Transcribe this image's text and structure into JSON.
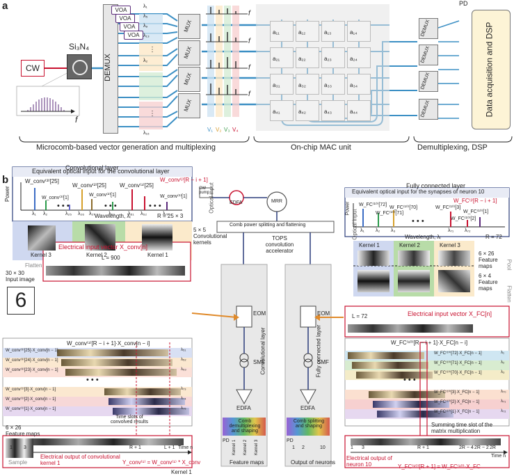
{
  "panel_a": {
    "letter": "a",
    "cw": "CW",
    "si3n4": "Si₃N₄",
    "f": "f",
    "demux": "DEMUX",
    "voa": "VOA",
    "mux": "MUX",
    "pd": "PD",
    "dsp": "Data acquisition and DSP",
    "lambdas": [
      "λ₁",
      "λ₅",
      "λ₉",
      "λ₁₃",
      "λ₂",
      "λ₁₆"
    ],
    "lambda_mux": [
      "λ₁",
      "λ₅",
      "λ₉",
      "λ₁₃"
    ],
    "v_labels": [
      "V₁",
      "V₂",
      "V₃",
      "V₄"
    ],
    "mac_cells": [
      [
        "a₁₁",
        "a₁₂",
        "a₁₃",
        "a₁₄"
      ],
      [
        "a₂₁",
        "a₂₂",
        "a₂₃",
        "a₂₄"
      ],
      [
        "a₃₁",
        "a₃₂",
        "a₃₃",
        "a₃₄"
      ],
      [
        "a₄₁",
        "a₄₂",
        "a₄₃",
        "a₄₄"
      ]
    ],
    "section1": "Microcomb-based vector generation and multiplexing",
    "section2": "On-chip MAC unit",
    "section3": "Demultiplexing, DSP",
    "dots": "⋮"
  },
  "panel_b": {
    "letter": "b",
    "conv_title": "Convolutional layer",
    "conv_box_title": "Equivalent optical input for the convolutional layer",
    "power": "Power",
    "wavelength": "Wavelength, λᵢ",
    "r_conv": "R = 25 × 3",
    "conv_w_labels": [
      "W_conv⁽³⁾[25]",
      "W_conv⁽³⁾[1]",
      "W_conv⁽²⁾[25]",
      "W_conv⁽²⁾[1]",
      "W_conv⁽¹⁾[25]",
      "W_conv⁽¹⁾[1]",
      "W_conv⁽ʲ⁾[R − i + 1]"
    ],
    "conv_lambdas": [
      "λ₁",
      "λ₂",
      "λ₂₅",
      "λ₂₆",
      "λ₂₇",
      "λ₅₀",
      "λ₅₁",
      "λ₅₂",
      "λ₇₅"
    ],
    "optical_input": "Optical input",
    "kernels": [
      "Kernel 3",
      "Kernel 2",
      "Kernel 1"
    ],
    "kernel_desc": "5 × 5 Convolutional kernels",
    "flatten": "Flatten",
    "input_image": "30 × 30 Input image",
    "digit": "6",
    "elec_input_conv": "Electrical input vector X_conv[n]",
    "L_conv": "L = 900",
    "conv_sum_label": "W_conv⁽¹⁾[R − i + 1]·X_conv[n − i]",
    "conv_rows": [
      "W_conv⁽³⁾[25]·X_conv[n − 1]",
      "W_conv⁽³⁾[24]·X_conv[n − 1]",
      "W_conv⁽³⁾[23]·X_conv[n − 1]",
      "W_conv⁽¹⁾[3]·X_conv[n − 1]",
      "W_conv⁽¹⁾[2]·X_conv[n − 1]",
      "W_conv⁽¹⁾[1]·X_conv[n − 1]"
    ],
    "conv_row_lambdas": [
      "λ₅₁",
      "λ₅₂",
      "λ₅₃",
      "λ₇₃",
      "λ₇₄",
      "λ₇₅"
    ],
    "time_slots": "Time slots of convolved results",
    "feature_maps_conv": "6 × 26 Feature maps",
    "elec_output_conv": "Electrical output of convolutional kernel 1",
    "y_conv": "Y_conv⁽¹⁾ = W_conv⁽¹⁾ * X_conv",
    "axis_ticks_conv": [
      "1",
      "3",
      "R + 1",
      "L + 1",
      "Time n"
    ],
    "sample": "Sample",
    "kernel1_footer": "Kernel 1",
    "cw_pump": "CW pump",
    "edfa": "EDFA",
    "mrr": "MRR",
    "comb_split": "Comb power splitting and flattening",
    "tops": "TOPS convolution accelerator",
    "eom": "EOM",
    "smf": "SMF",
    "conv_layer_vertical": "Convolutional layer",
    "fc_layer_vertical": "Fully connected layer",
    "comb_demux": "Comb demultiplexing and shaping",
    "comb_split_shape": "Comb splitting and shaping",
    "pd": "PD",
    "conv_pd_labels": [
      "Kernel 1",
      "Kernel 2",
      "Kernel 3"
    ],
    "fc_pd_labels": [
      "1",
      "2",
      "10"
    ],
    "feature_maps_out": "Feature maps",
    "output_neurons": "Output of neurons",
    "fc_title": "Fully connected layer",
    "fc_box_title": "Equivalent optical input for the synapses of neuron 10",
    "fc_w_labels": [
      "W_FC⁽¹⁰⁾[72]",
      "W_FC⁽¹⁰⁾[71]",
      "W_FC⁽¹⁰⁾[70]",
      "W_FC⁽¹⁰⁾[3]",
      "W_FC⁽¹⁰⁾[2]",
      "W_FC⁽¹⁰⁾[1]",
      "W_FC⁽ʲ⁾[R − i + 1]"
    ],
    "fc_lambdas": [
      "λ₁",
      "λ₂",
      "λ₃",
      "λ₇₁",
      "λ₇₂"
    ],
    "r_fc": "R = 72",
    "fc_kernels": [
      "Kernel 1",
      "Kernel 2",
      "Kernel 3"
    ],
    "fm_6x26": "6 × 26 Feature maps",
    "fm_6x4": "6 × 4 Feature maps",
    "pool": "Pool",
    "fc_flatten": "Flatten",
    "L_fc": "L = 72",
    "elec_input_fc": "Electrical input vector X_FC[n]",
    "fc_sum_label": "W_FC⁽¹⁰⁾[R − i + 1]·X_FC[n − i]",
    "fc_rows": [
      "W_FC⁽¹⁰⁾[72]·X_FC[n − 1]",
      "W_FC⁽¹⁰⁾[71]·X_FC[n − 1]",
      "W_FC⁽¹⁰⁾[70]·X_FC[n − 1]",
      "W_FC⁽¹⁰⁾[3]·X_FC[n − 1]",
      "W_FC⁽¹⁰⁾[2]·X_FC[n − 1]",
      "W_FC⁽¹⁰⁾[1]·X_FC[n − 1]"
    ],
    "fc_row_lambdas": [
      "λ₁",
      "λ₂",
      "λ₃",
      "λ₇₀",
      "λ₇₁",
      "λ₇₂"
    ],
    "summing_slot": "Summing time slot of the matrix multiplication",
    "elec_output_fc": "Electrical output of neuron 10",
    "y_fc": "Y_FC⁽¹⁰⁾[R + 1] = W_FC⁽¹⁰⁾·X_FC",
    "axis_ticks_fc": [
      "1",
      "3",
      "R + 1",
      "2R − 4",
      "2R − 2",
      "2R",
      "Time n"
    ],
    "dots": "• • •"
  }
}
